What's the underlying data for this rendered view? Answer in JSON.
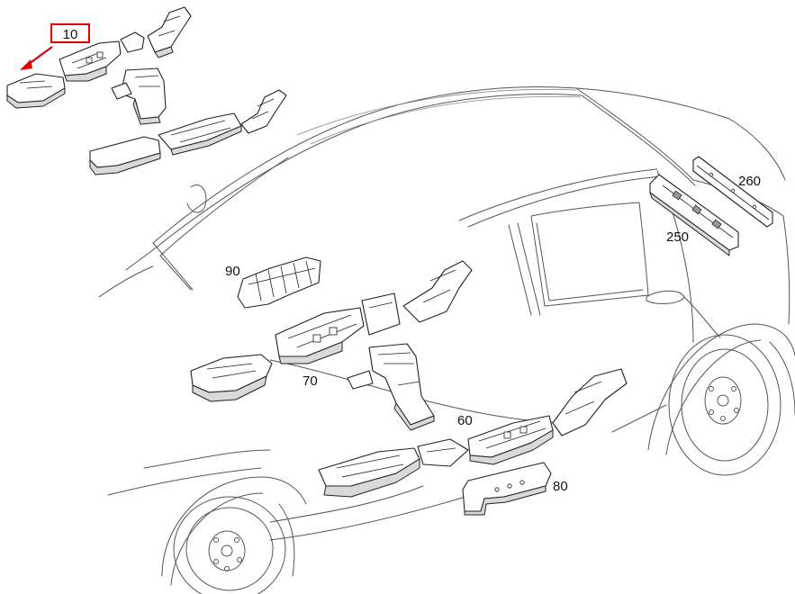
{
  "labels": {
    "p10": "10",
    "p60": "60",
    "p70": "70",
    "p80": "80",
    "p90": "90",
    "p250": "250",
    "p260": "260"
  },
  "highlight": {
    "color": "#e00000",
    "part": "10"
  }
}
